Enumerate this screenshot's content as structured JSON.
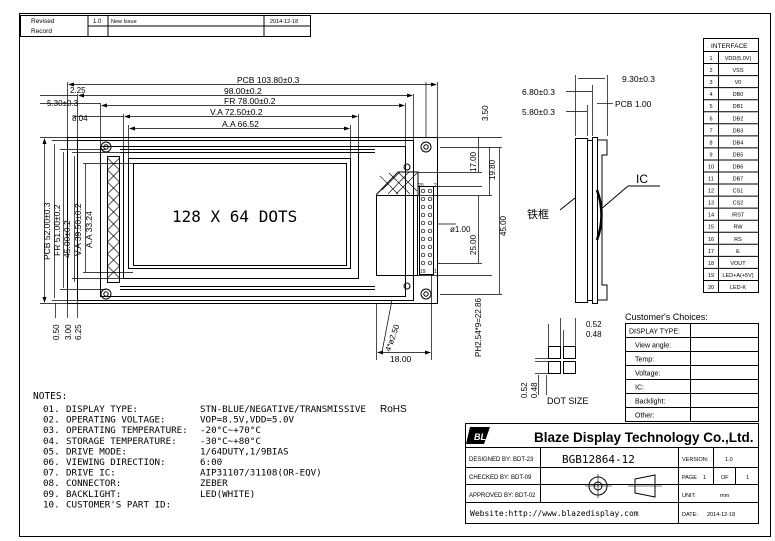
{
  "revision": {
    "labels": [
      "Revised",
      "Record"
    ],
    "number": "1.0",
    "description": "New Issue",
    "date": "2014-12-18"
  },
  "front_view": {
    "display_text": "128 X 64 DOTS",
    "dims": {
      "pcb_w": "PCB 103.80±0.3",
      "w_98": "98.00±0.2",
      "fr_w": "FR 78.00±0.2",
      "va_w": "V.A 72.50±0.2",
      "aa_w": "A.A 66.52",
      "d_225": "2.25",
      "d_530": "5.30±0.3",
      "d_804": "8.04",
      "d_350": "3.50",
      "pcb_h": "PCB 52.00±0.3",
      "fr_h": "FR 51.00±0.2",
      "h_4500": "45.00±0.2",
      "va_h": "V.A 39.50±0.2",
      "aa_h": "A.A 33.24",
      "d_050": "0.50",
      "d_300": "3.00",
      "d_625": "6.25",
      "d_1700": "17.00",
      "d_1980": "19.80",
      "d_2500": "25.00",
      "d_4500v": "45.00",
      "d_hole": "ø1.00",
      "d_ph": "PH2.54*9=22.86",
      "d_1800": "18.00",
      "d_mount": "4*ø2.50",
      "pin_20": "20",
      "pin_2": "2",
      "pin_1": "1",
      "pin_19": "19"
    }
  },
  "side_view": {
    "d_930": "9.30±0.3",
    "d_680": "6.80±0.3",
    "d_580": "5.80±0.3",
    "pcb": "PCB 1.00",
    "ic": "IC",
    "frame": "铁框"
  },
  "dot_size": {
    "label": "DOT SIZE",
    "d1": "0.52",
    "d2": "0.48",
    "d3": "0.52",
    "d4": "0.48"
  },
  "interface": {
    "title": "INTERFACE",
    "pins": [
      [
        "1",
        "VDD(5.0V)"
      ],
      [
        "2",
        "VSS"
      ],
      [
        "3",
        "V0"
      ],
      [
        "4",
        "DB0"
      ],
      [
        "5",
        "DB1"
      ],
      [
        "6",
        "DB2"
      ],
      [
        "7",
        "DB3"
      ],
      [
        "8",
        "DB4"
      ],
      [
        "9",
        "DB5"
      ],
      [
        "10",
        "DB6"
      ],
      [
        "11",
        "DB7"
      ],
      [
        "12",
        "CS1"
      ],
      [
        "13",
        "CS2"
      ],
      [
        "14",
        "/RST"
      ],
      [
        "15",
        "RW"
      ],
      [
        "16",
        "RS"
      ],
      [
        "17",
        "E"
      ],
      [
        "18",
        "VOUT"
      ],
      [
        "19",
        "LED+A(+5V)"
      ],
      [
        "20",
        "LED-K"
      ]
    ]
  },
  "customer": {
    "title": "Customer's Choices:",
    "rows": [
      "DISPLAY TYPE:",
      "View angle:",
      "Temp:",
      "Voltage:",
      "IC:",
      "Backlight:",
      "Other:"
    ]
  },
  "notes": {
    "title": "NOTES:",
    "items": [
      [
        "01.",
        "DISPLAY TYPE:",
        "STN-BLUE/NEGATIVE/TRANSMISSIVE",
        "RoHS"
      ],
      [
        "02.",
        "OPERATING VOLTAGE:",
        "VOP=8.5V,VDD=5.0V",
        ""
      ],
      [
        "03.",
        "OPERATING TEMPERATURE:",
        "-20°C~+70°C",
        ""
      ],
      [
        "04.",
        "STORAGE TEMPERATURE:",
        "-30°C~+80°C",
        ""
      ],
      [
        "05.",
        "DRIVE MODE:",
        "1/64DUTY,1/9BIAS",
        ""
      ],
      [
        "06.",
        "VIEWING DIRECTION:",
        "6:00",
        ""
      ],
      [
        "07.",
        "DRIVE IC:",
        "AIP31107/31108(OR-EQV)",
        ""
      ],
      [
        "08.",
        "CONNECTOR:",
        "ZEBER",
        ""
      ],
      [
        "09.",
        "BACKLIGHT:",
        "LED(WHITE)",
        ""
      ],
      [
        "10.",
        "CUSTOMER'S PART ID:",
        "",
        ""
      ]
    ]
  },
  "title_block": {
    "company": "Blaze Display Technology Co.,Ltd.",
    "logo": "BLAZE",
    "designed": "DESIGNED BY: BDT-23",
    "checked": "CHECKED BY: BDT-09",
    "approved": "APPROVED BY: BDT-02",
    "part": "BGB12864-12",
    "version_label": "VERSION:",
    "version": "1.0",
    "page_label": "PAGE",
    "page": "1",
    "of_label": "OF",
    "of": "1",
    "unit_label": "UNIT:",
    "unit": "mm",
    "date_label": "DATE:",
    "date": "2014-12-18",
    "website": "Website:http://www.blazedisplay.com"
  },
  "colors": {
    "line": "#000000",
    "paper": "#ffffff"
  }
}
